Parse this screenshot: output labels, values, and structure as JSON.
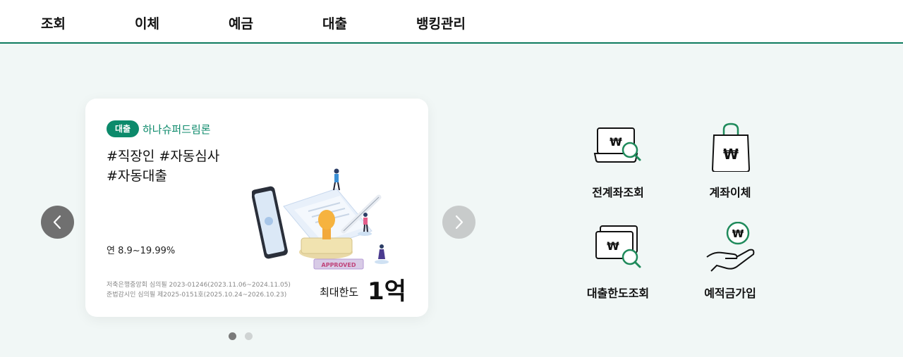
{
  "nav": [
    "조회",
    "이체",
    "예금",
    "대출",
    "뱅킹관리"
  ],
  "banner": {
    "badge": "대출",
    "product": "하나슈퍼드림론",
    "headline_line1": "#직장인 #자동심사",
    "headline_line2": "#자동대출",
    "rate": "연 8.9~19.99%",
    "disclaimer_line1": "저축은행중앙회 심의필 2023-01246(2023.11.06~2024.11.05)",
    "disclaimer_line2": "준법감시인 심의필 제2025-0151호(2025.10.24~2026.10.23)",
    "limit_label": "최대한도",
    "limit_value": "1억",
    "stamp_text": "APPROVED"
  },
  "carousel": {
    "total": 2,
    "active": 1
  },
  "quick_menu": [
    {
      "label": "전계좌조회",
      "icon": "laptop-search-icon"
    },
    {
      "label": "계좌이체",
      "icon": "shopping-bag-won-icon"
    },
    {
      "label": "대출한도조회",
      "icon": "card-search-icon"
    },
    {
      "label": "예적금가입",
      "icon": "hand-coin-icon"
    }
  ],
  "colors": {
    "accent": "#0c8a6b",
    "nav_border": "#0e7b5f",
    "background": "#f1f7f6"
  }
}
